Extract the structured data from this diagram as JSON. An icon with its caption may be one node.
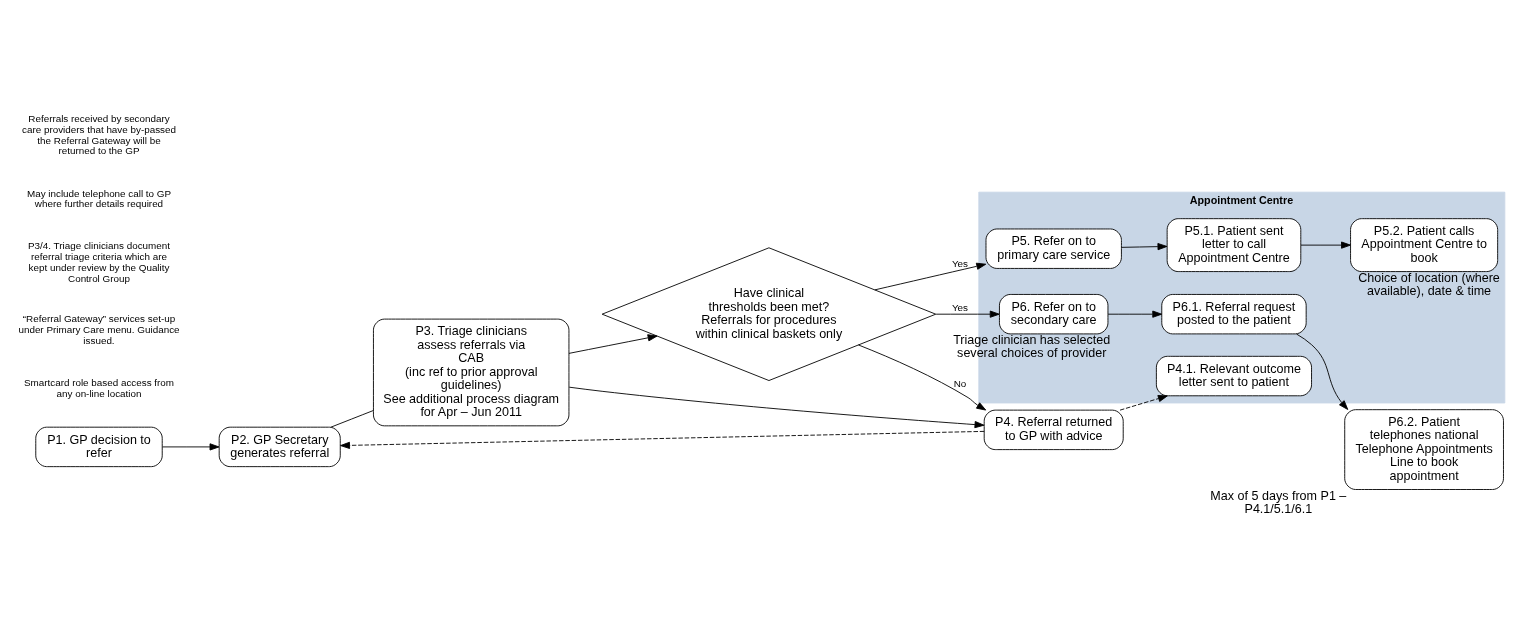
{
  "diagram": {
    "nodes": [
      {
        "text": [
          "P1. GP decision to refer"
        ]
      },
      {
        "text": [
          "P2. GP Secretary generates referral"
        ]
      },
      {
        "text": [
          "P3. Triage clinicians assess referrals via CAB",
          "(inc ref to prior approval guidelines)",
          "See additional process diagram for Apr – Jun 2011"
        ]
      },
      {
        "text": [
          "Have clinical thresholds been met?",
          "Referrals for procedures within clinical baskets only"
        ]
      },
      {
        "text": [
          "Appointment Centre"
        ]
      },
      {
        "text": [
          "P5. Refer on to primary care service"
        ],
        "in": 4
      },
      {
        "text": [
          "P5.1. Patient sent letter to call Appointment Centre"
        ],
        "in": 4
      },
      {
        "text": [
          "P5.2. Patient calls Appointment Centre to book"
        ],
        "in": 4,
        "beside": [
          "Choice of location (where available), date & time"
        ]
      },
      {
        "text": [
          "P6. Refer on to secondary care"
        ],
        "in": 4,
        "beside": [
          "Triage clinician has selected several choices of provider"
        ]
      },
      {
        "text": [
          "P6.1. Referral request posted to the patient"
        ],
        "in": 4
      },
      {
        "text": [
          "P4. Referral returned to GP with advice"
        ]
      },
      {
        "text": [
          "P4.1. Relevant outcome letter sent to patient"
        ],
        "in": 4
      },
      {
        "text": [
          "P6.2. Patient telephones national Telephone Appointments Line to book appointment"
        ],
        "beside": [
          "Max of 5 days from P1 – P4.1/5.1/6.1"
        ]
      }
    ],
    "edges": [
      {
        "from": 0,
        "to": 1,
        "arrow": "to"
      },
      {
        "from": 1,
        "to": 2,
        "arrow": "none"
      },
      {
        "from": 2,
        "to": 3,
        "arrow": "to"
      },
      {
        "from": 2,
        "to": 10,
        "arrow": "to"
      },
      {
        "from": 3,
        "to": 5,
        "arrow": "to",
        "label": "Yes"
      },
      {
        "from": 3,
        "to": 8,
        "arrow": "to",
        "label": "Yes"
      },
      {
        "from": 3,
        "to": 10,
        "arrow": "to",
        "label": "No"
      },
      {
        "from": 5,
        "to": 6,
        "arrow": "to"
      },
      {
        "from": 6,
        "to": 7,
        "arrow": "to"
      },
      {
        "from": 8,
        "to": 9,
        "arrow": "to"
      },
      {
        "from": 9,
        "to": 12,
        "arrow": "to"
      },
      {
        "from": 10,
        "to": 1,
        "arrow": "to",
        "style": "dashed"
      },
      {
        "from": 10,
        "to": 11,
        "arrow": "to",
        "style": "dashed"
      }
    ],
    "labels": [
      "Smartcard role based access from any on-line location",
      "“Referral Gateway” services set-up under Primary Care menu. Guidance issued.",
      "P3/4. Triage clinicians document referral triage criteria which are kept under review by the Quality Control Group",
      "May include telephone call to GP where further details required",
      "Referrals received by secondary care providers that have by-passed the Referral Gateway will be returned to the GP"
    ]
  }
}
